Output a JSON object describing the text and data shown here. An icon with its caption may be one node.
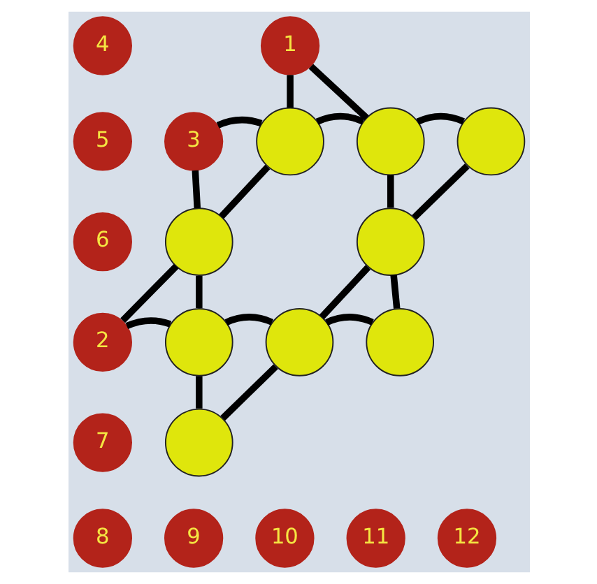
{
  "diagram": {
    "nodes": [
      {
        "text": [
          "4"
        ]
      },
      {
        "text": [
          "1"
        ]
      },
      {
        "text": [
          "5"
        ]
      },
      {
        "text": [
          "3"
        ]
      },
      {
        "text": [],
        "shape": "circle"
      },
      {
        "text": [],
        "shape": "circle"
      },
      {
        "text": [],
        "shape": "circle"
      },
      {
        "text": [
          "6"
        ]
      },
      {
        "text": [],
        "shape": "circle"
      },
      {
        "text": [],
        "shape": "circle"
      },
      {
        "text": [
          "2"
        ]
      },
      {
        "text": [],
        "shape": "circle"
      },
      {
        "text": [],
        "shape": "circle"
      },
      {
        "text": [],
        "shape": "circle"
      },
      {
        "text": [
          "7"
        ]
      },
      {
        "text": [],
        "shape": "circle"
      },
      {
        "text": [
          "8"
        ]
      },
      {
        "text": [
          "9"
        ]
      },
      {
        "text": [
          "10"
        ]
      },
      {
        "text": [
          "11"
        ]
      },
      {
        "text": [
          "12"
        ]
      }
    ],
    "edges": [
      {
        "from": 1,
        "to": 4,
        "arrow": "none"
      },
      {
        "from": 1,
        "to": 5,
        "arrow": "none"
      },
      {
        "from": 3,
        "to": 4,
        "arrow": "none"
      },
      {
        "from": 4,
        "to": 5,
        "arrow": "none"
      },
      {
        "from": 5,
        "to": 6,
        "arrow": "none"
      },
      {
        "from": 3,
        "to": 8,
        "arrow": "none"
      },
      {
        "from": 4,
        "to": 8,
        "arrow": "none"
      },
      {
        "from": 5,
        "to": 9,
        "arrow": "none"
      },
      {
        "from": 6,
        "to": 9,
        "arrow": "none"
      },
      {
        "from": 8,
        "to": 10,
        "arrow": "none"
      },
      {
        "from": 8,
        "to": 11,
        "arrow": "none"
      },
      {
        "from": 9,
        "to": 12,
        "arrow": "none"
      },
      {
        "from": 9,
        "to": 13,
        "arrow": "none"
      },
      {
        "from": 10,
        "to": 11,
        "arrow": "none"
      },
      {
        "from": 11,
        "to": 12,
        "arrow": "none"
      },
      {
        "from": 12,
        "to": 13,
        "arrow": "none"
      },
      {
        "from": 11,
        "to": 15,
        "arrow": "none"
      },
      {
        "from": 12,
        "to": 15,
        "arrow": "none"
      }
    ]
  }
}
